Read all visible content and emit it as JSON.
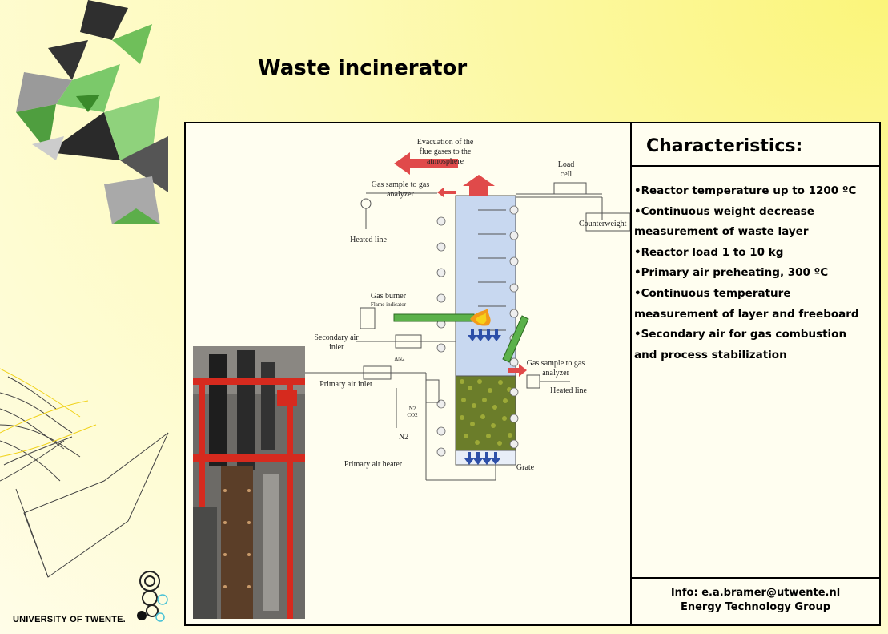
{
  "slide": {
    "title": "Waste incinerator",
    "university": "UNIVERSITY OF TWENTE."
  },
  "characteristics": {
    "heading": "Characteristics:",
    "items": [
      "•Reactor temperature up to  1200 ºC",
      "•Continuous weight decrease",
      " measurement of waste layer",
      "•Reactor load 1 to 10 kg",
      "•Primary air preheating, 300 ºC",
      "•Continuous temperature",
      " measurement of layer and freeboard",
      "•Secondary air for gas combustion",
      "  and process stabilization"
    ]
  },
  "info": {
    "line1": "Info: e.a.bramer@utwente.nl",
    "line2": "Energy Technology Group"
  },
  "diagram": {
    "evacuation": [
      "Evacuation of the",
      "flue gases to the",
      "atmosphere"
    ],
    "load_cell": [
      "Load",
      "cell"
    ],
    "gas_sample_top": [
      "Gas sample to gas",
      "analyzer"
    ],
    "heated_line_top": "Heated line",
    "counterweight": "Counterweight",
    "gas_burner": "Gas burner",
    "flame_indicator": "Flame indicator",
    "secondary_air": [
      "Secondary air",
      "inlet"
    ],
    "primary_air_inlet": "Primary air inlet",
    "gas_sample_right": [
      "Gas sample to gas",
      "analyzer"
    ],
    "heated_line_right": "Heated line",
    "n2": "N2",
    "n2_co2": [
      "N2",
      "CO2"
    ],
    "delta_n2": "ΔN2",
    "primary_air_heater": "Primary air heater",
    "grate": "Grate"
  },
  "colors": {
    "accent_green": "#5bb14a",
    "column_blue": "#c8d8f0",
    "arrow_red": "#e04a4a",
    "rack_red": "#d62a1e"
  }
}
